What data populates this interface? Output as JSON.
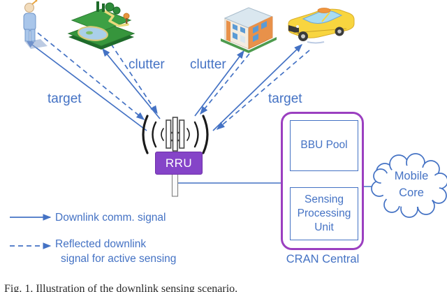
{
  "diagram": {
    "labels": {
      "target_left": "target",
      "clutter_left": "clutter",
      "clutter_right": "clutter",
      "target_right": "target"
    },
    "rru_label": "RRU",
    "cran": {
      "bbu": "BBU Pool",
      "spu": "Sensing Processing Unit",
      "caption": "CRAN Central"
    },
    "cloud_label": "Mobile Core",
    "legend": {
      "solid_label": "Downlink comm. signal",
      "dashed_line1": "Reflected downlink",
      "dashed_line2": "signal for active sensing"
    },
    "figure_caption": "Fig. 1.   Illustration of the downlink sensing scenario."
  },
  "icons": {
    "person": "person-icon",
    "park": "park-clutter-icon",
    "building": "building-clutter-icon",
    "taxi": "taxi-icon",
    "antenna": "rru-antenna-icon",
    "cloud": "mobile-core-cloud",
    "solid_arrow": "solid-arrow-icon",
    "dashed_arrow": "dashed-arrow-icon"
  },
  "colors": {
    "signal_blue": "#4472C4",
    "cran_border_purple": "#9B3FC0",
    "rru_fill_purple": "#8544C8",
    "taxi_yellow": "#F8D53F",
    "park_green": "#36953C",
    "building_orange": "#E8914A"
  }
}
